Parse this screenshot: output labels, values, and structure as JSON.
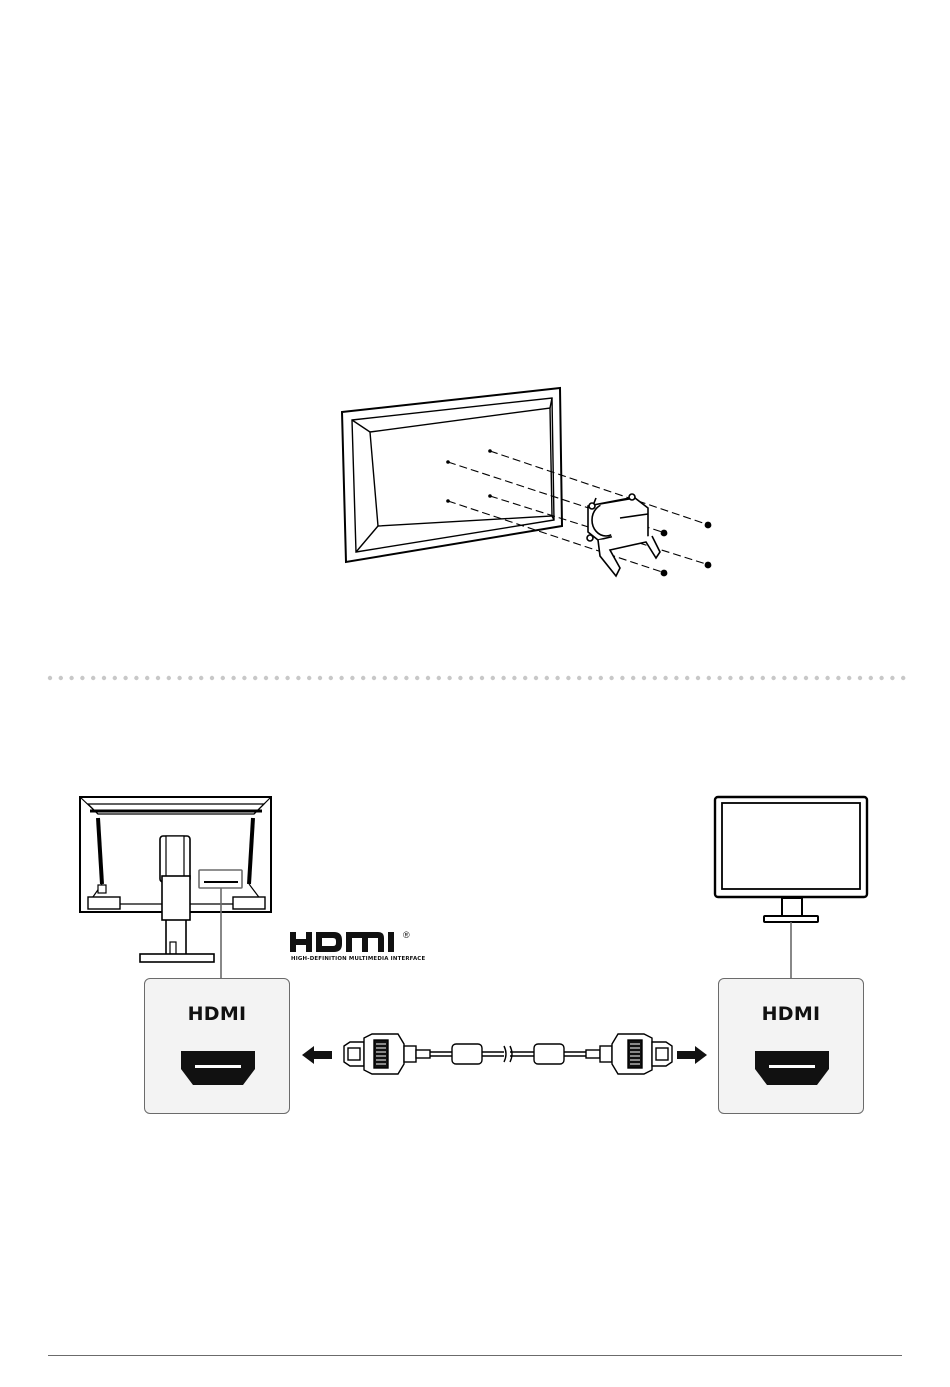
{
  "ports": {
    "left_label": "HDMI",
    "right_label": "HDMI"
  },
  "hdmi_logo": {
    "wordmark": "HDMI",
    "registered": "®",
    "tagline": "HIGH-DEFINITION MULTIMEDIA INTERFACE"
  },
  "icons": {
    "connector": "hdmi-port-icon",
    "arrow_left": "arrow-left-icon",
    "arrow_right": "arrow-right-icon",
    "cable": "hdmi-cable-icon"
  }
}
